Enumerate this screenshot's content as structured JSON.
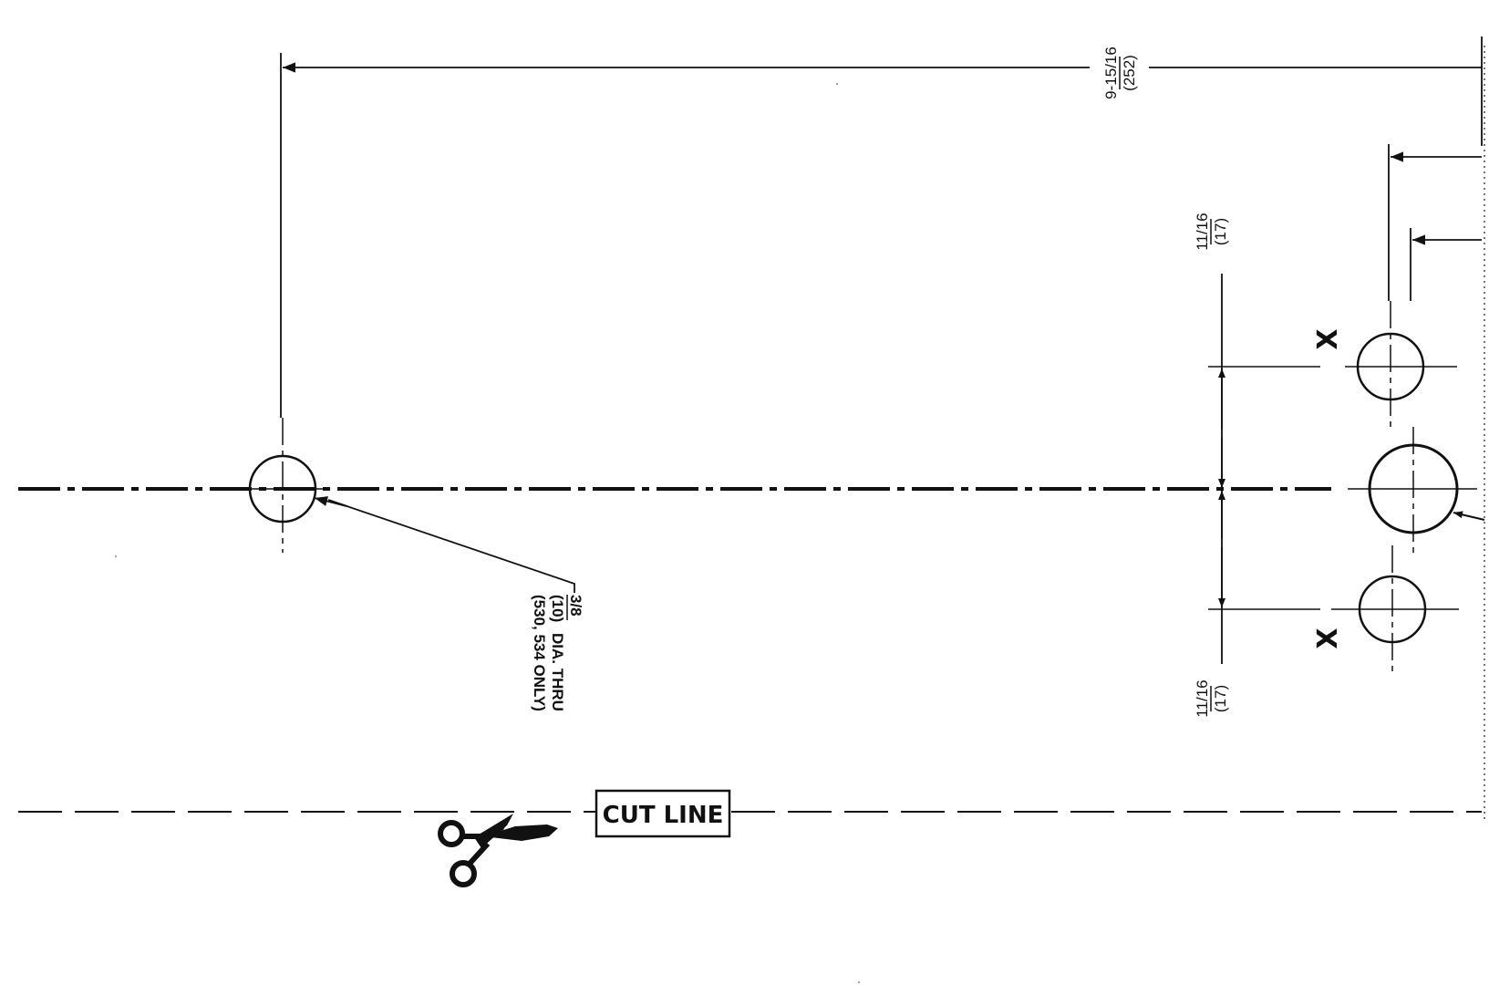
{
  "dimensions": {
    "overall_length": {
      "imperial": "9-15/16",
      "metric": "(252)"
    },
    "offset_upper": {
      "imperial": "11/16",
      "metric": "(17)"
    },
    "offset_lower": {
      "imperial": "11/16",
      "metric": "(17)"
    }
  },
  "hole_callout": {
    "imperial": "3/8",
    "metric": "(10)",
    "description": "DIA. THRU",
    "note": "(530, 534 ONLY)"
  },
  "markers": {
    "upper_x": "X",
    "lower_x": "X"
  },
  "cut_line": {
    "label": "CUT LINE",
    "icon": "scissors-icon"
  }
}
